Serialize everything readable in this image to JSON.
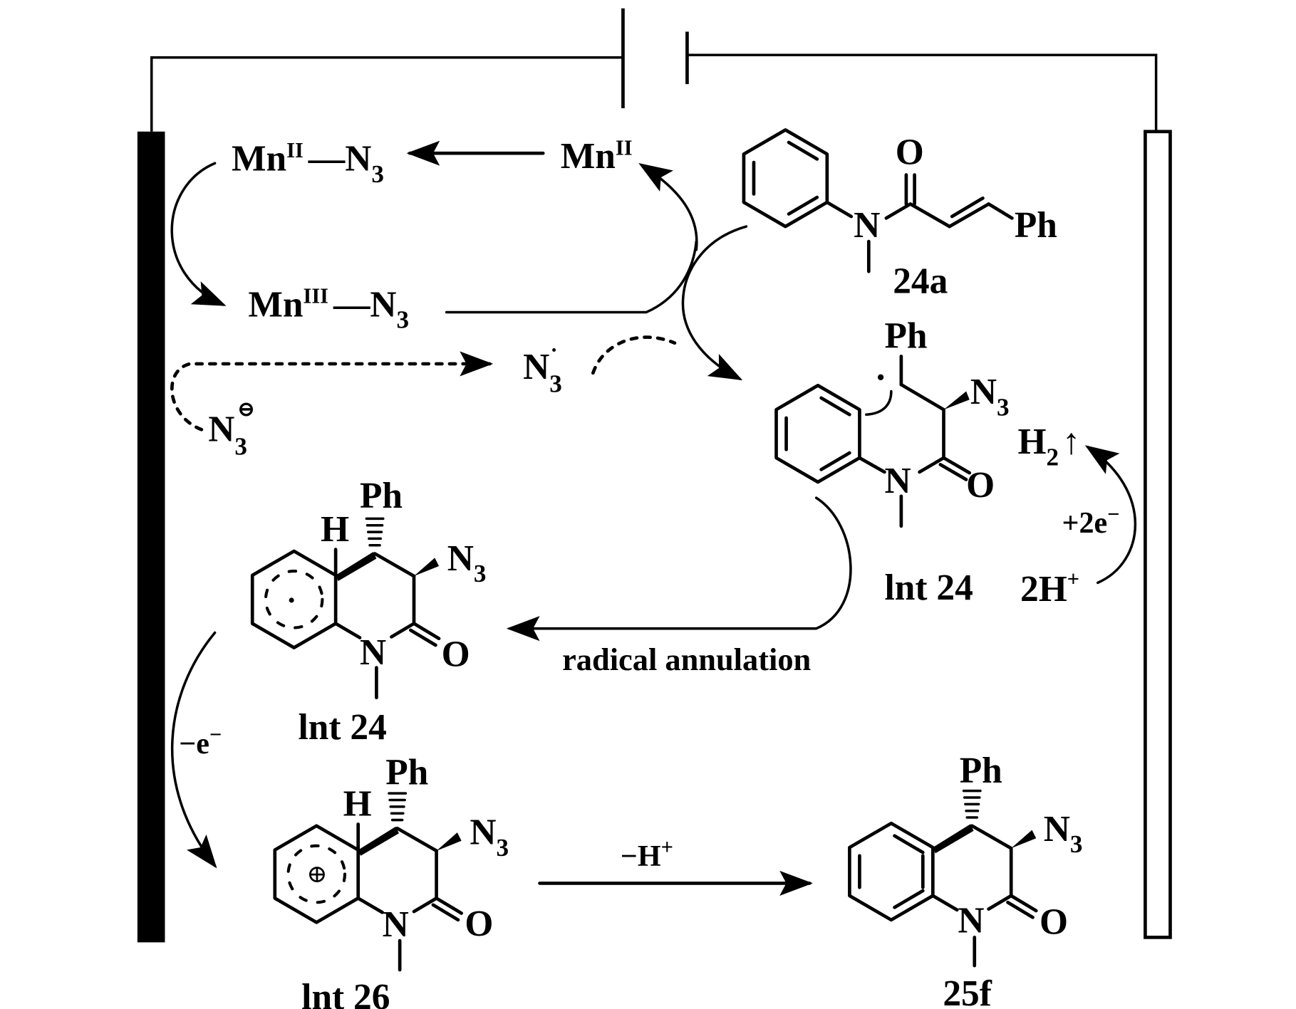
{
  "species": {
    "mn2_n3": {
      "base": "Mn",
      "ox": "II",
      "link": "—N",
      "sub": "3"
    },
    "mn2": {
      "base": "Mn",
      "ox": "II"
    },
    "mn3_n3": {
      "base": "Mn",
      "ox": "III",
      "link": "—N",
      "sub": "3"
    },
    "azide_radical": {
      "base": "N",
      "sub": "3",
      "dot": "·"
    },
    "azide_anion": {
      "base": "N",
      "sub": "3",
      "charge": "⊖"
    },
    "h2": {
      "base": "H",
      "sub": "2",
      "arrow": "↑"
    },
    "protons": {
      "text": "2H",
      "sup": "+"
    }
  },
  "compounds": {
    "c24a": {
      "label": "24a",
      "atoms": {
        "O": "O",
        "N": "N",
        "Ph": "Ph"
      }
    },
    "int24_radical": {
      "label": "lnt 24",
      "atoms": {
        "Ph": "Ph",
        "N3": "N",
        "N3sub": "3",
        "N": "N",
        "O": "O",
        "dot": "·"
      }
    },
    "int24_cyclized": {
      "label": "lnt 24",
      "atoms": {
        "H": "H",
        "Ph": "Ph",
        "N3": "N",
        "N3sub": "3",
        "N": "N",
        "O": "O"
      }
    },
    "int26": {
      "label": "lnt 26",
      "atoms": {
        "H": "H",
        "Ph": "Ph",
        "N3": "N",
        "N3sub": "3",
        "N": "N",
        "O": "O",
        "charge": "⊕"
      }
    },
    "p25f": {
      "label": "25f",
      "atoms": {
        "Ph": "Ph",
        "N3": "N",
        "N3sub": "3",
        "N": "N",
        "O": "O"
      }
    }
  },
  "steps": {
    "radical_annulation": "radical annulation",
    "minus_e": {
      "text": "−e",
      "sup": "−"
    },
    "plus_2e": {
      "text": "+2e",
      "sup": "−"
    },
    "minus_h": {
      "text": "−H",
      "sup": "+"
    }
  },
  "electrodes": {
    "anode_color": "#000000",
    "cathode_color": "#ffffff"
  }
}
